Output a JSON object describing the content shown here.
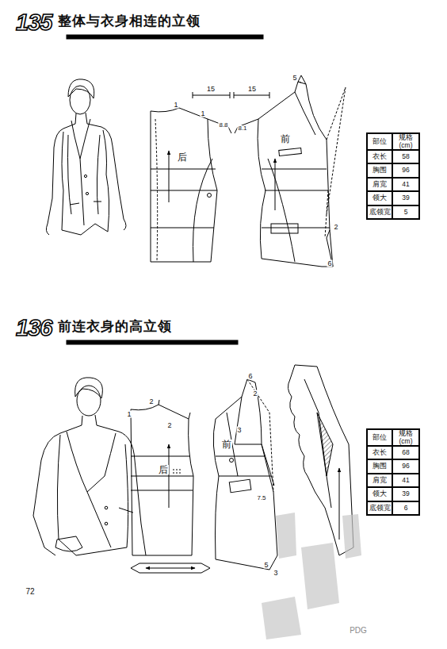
{
  "diagram": {
    "nodes": [
      {
        "text": [
          "135",
          "整体与衣身相连的立领"
        ]
      },
      {
        "text": [
          "部位",
          "规格 (cm)",
          "衣长",
          "58",
          "胸围",
          "96",
          "肩宽",
          "41",
          "领大",
          "39",
          "底领宽",
          "5"
        ]
      },
      {
        "text": [
          "136",
          "前连衣身的高立领"
        ]
      },
      {
        "text": [
          "部位",
          "规格 (cm)",
          "衣长",
          "68",
          "胸围",
          "96",
          "肩宽",
          "41",
          "领大",
          "39",
          "底领宽",
          "6"
        ]
      }
    ],
    "labels": [
      "1",
      "1",
      "15",
      "15",
      "8.8",
      "8.1",
      "5",
      "2",
      "6",
      "后",
      "前",
      "1",
      "2",
      "2",
      "6",
      "2",
      "3",
      "7.5",
      "5",
      "3",
      "后",
      "前",
      "72",
      "PDG"
    ]
  }
}
